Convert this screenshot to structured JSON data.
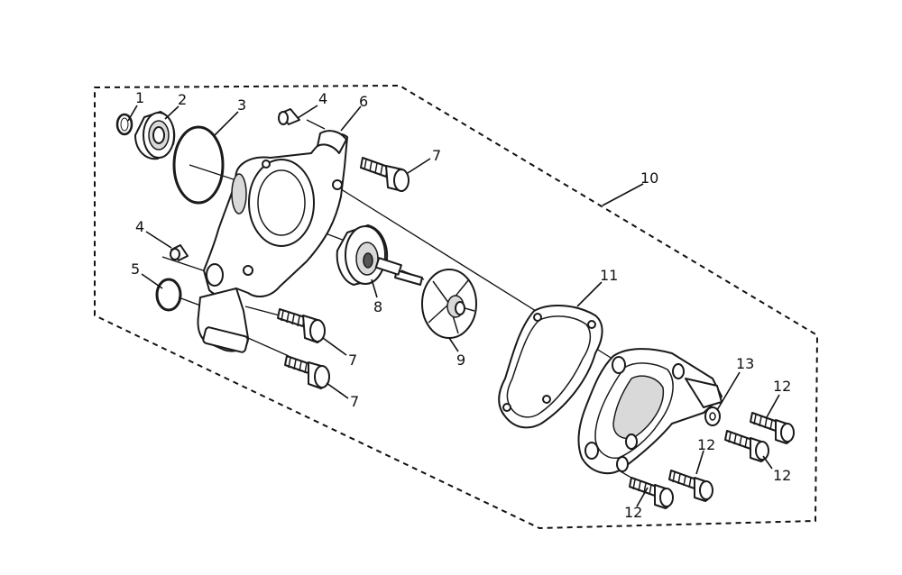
{
  "colors": {
    "background": "#ffffff",
    "line": "#1a1a1a",
    "shade": "#d9d9d9"
  },
  "callouts": [
    {
      "id": "c1",
      "text": "1"
    },
    {
      "id": "c2",
      "text": "2"
    },
    {
      "id": "c3",
      "text": "3"
    },
    {
      "id": "c4a",
      "text": "4"
    },
    {
      "id": "c6",
      "text": "6"
    },
    {
      "id": "c7a",
      "text": "7"
    },
    {
      "id": "c10",
      "text": "10"
    },
    {
      "id": "c4b",
      "text": "4"
    },
    {
      "id": "c5",
      "text": "5"
    },
    {
      "id": "c11",
      "text": "11"
    },
    {
      "id": "c8",
      "text": "8"
    },
    {
      "id": "c7b",
      "text": "7"
    },
    {
      "id": "c9",
      "text": "9"
    },
    {
      "id": "c7c",
      "text": "7"
    },
    {
      "id": "c13",
      "text": "13"
    },
    {
      "id": "c12a",
      "text": "12"
    },
    {
      "id": "c12b",
      "text": "12"
    },
    {
      "id": "c12c",
      "text": "12"
    },
    {
      "id": "c12d",
      "text": "12"
    }
  ]
}
